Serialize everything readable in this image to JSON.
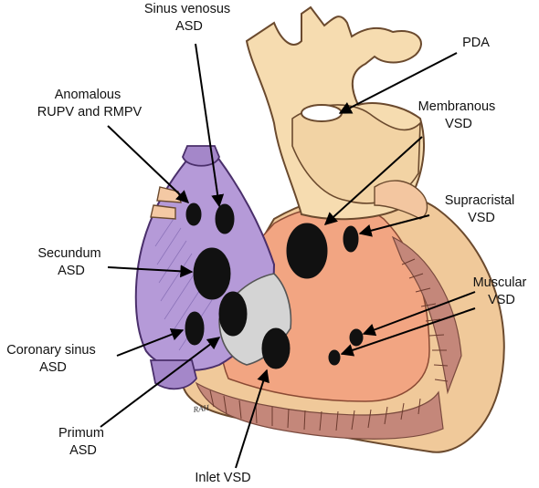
{
  "labels": {
    "sinus_venosus": [
      "Sinus venosus",
      "ASD"
    ],
    "anomalous": [
      "Anomalous",
      "RUPV and RMPV"
    ],
    "secundum": [
      "Secundum",
      "ASD"
    ],
    "coronary_sinus": [
      "Coronary sinus",
      "ASD"
    ],
    "primum": [
      "Primum",
      "ASD"
    ],
    "inlet": [
      "Inlet VSD"
    ],
    "pda": [
      "PDA"
    ],
    "membranous": [
      "Membranous",
      "VSD"
    ],
    "supracristal": [
      "Supracristal",
      "VSD"
    ],
    "muscular": [
      "Muscular",
      "VSD"
    ]
  },
  "signature": "RAH",
  "colors": {
    "aorta": "#f6dcb0",
    "right_atrium": "#b59ad8",
    "ventricle_septum": "#f2a582",
    "ventricle_wall": "#f0c99a",
    "trabeculae": "#c4877a",
    "valve": "#d4d4d4",
    "defect": "#111111"
  }
}
